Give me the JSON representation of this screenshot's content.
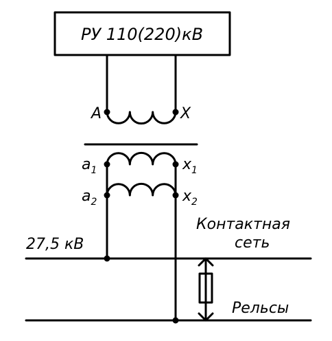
{
  "source": {
    "label": "РУ 110(220)кВ"
  },
  "primary_winding": {
    "terminal_start": "A",
    "terminal_end": "X"
  },
  "secondary_windings": [
    {
      "start_base": "a",
      "start_sub": "1",
      "end_base": "x",
      "end_sub": "1"
    },
    {
      "start_base": "a",
      "start_sub": "2",
      "end_base": "x",
      "end_sub": "2"
    }
  ],
  "voltage_label": "27,5 кВ",
  "contact_network_label": {
    "line1": "Контактная",
    "line2": "сеть"
  },
  "rails_label": "Рельсы",
  "colors": {
    "stroke": "#000000",
    "background": "#ffffff"
  }
}
